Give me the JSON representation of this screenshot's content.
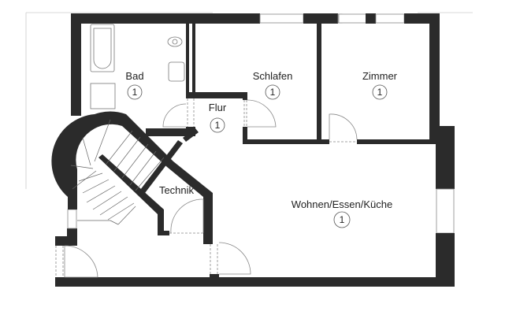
{
  "floor_plan": {
    "rooms": [
      {
        "id": "bad",
        "label": "Bad",
        "badge": "1"
      },
      {
        "id": "schlafen",
        "label": "Schlafen",
        "badge": "1"
      },
      {
        "id": "zimmer",
        "label": "Zimmer",
        "badge": "1"
      },
      {
        "id": "flur",
        "label": "Flur",
        "badge": "1"
      },
      {
        "id": "technik",
        "label": "Technik",
        "badge": ""
      },
      {
        "id": "wohnen",
        "label": "Wohnen/Essen/Küche",
        "badge": "1"
      }
    ],
    "colors": {
      "wall": "#2b2b2b",
      "background": "#ffffff",
      "fixture_line": "#777777"
    }
  }
}
